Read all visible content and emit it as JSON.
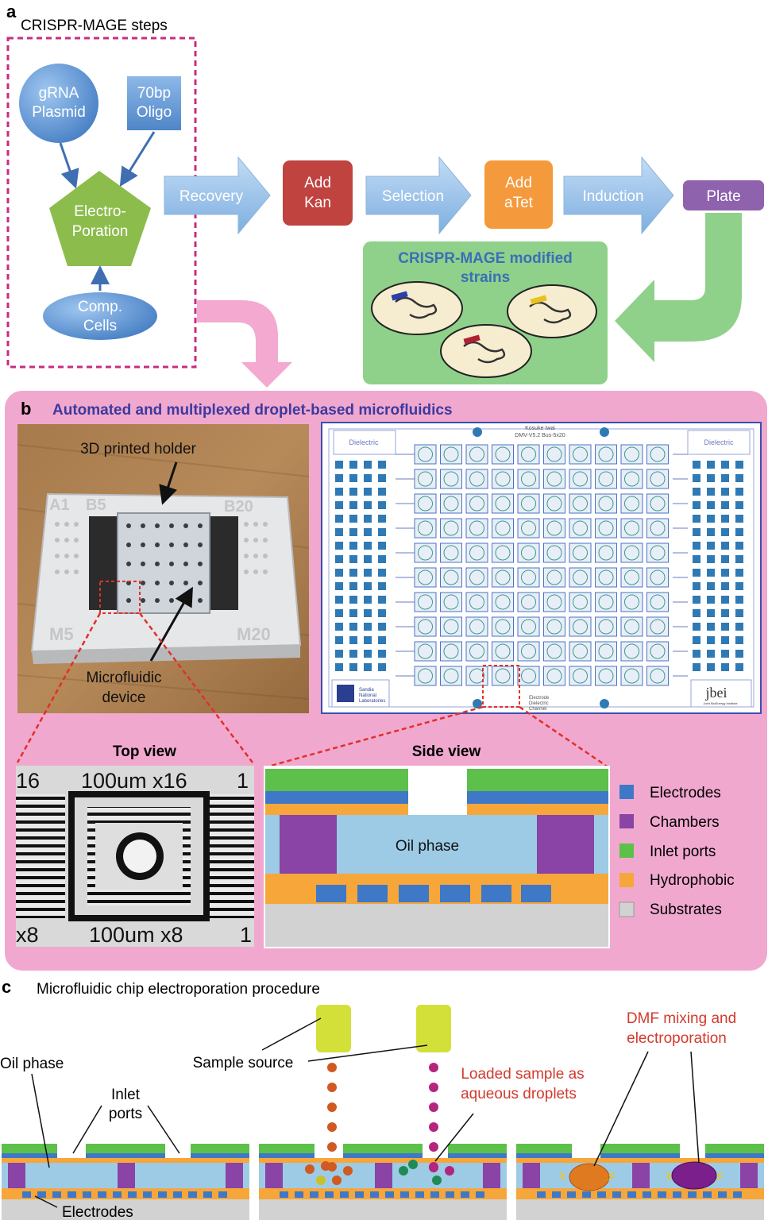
{
  "panel_a": {
    "letter": "a",
    "title": "CRISPR-MAGE steps",
    "nodes": {
      "grna_line1": "gRNA",
      "grna_line2": "Plasmid",
      "oligo_line1": "70bp",
      "oligo_line2": "Oligo",
      "electro_line1": "Electro-",
      "electro_line2": "Poration",
      "comp_line1": "Comp.",
      "comp_line2": "Cells",
      "recovery": "Recovery",
      "addkan_line1": "Add",
      "addkan_line2": "Kan",
      "selection": "Selection",
      "addatet_line1": "Add",
      "addatet_line2": "aTet",
      "induction": "Induction",
      "plate": "Plate"
    },
    "strains_line1": "CRISPR-MAGE modified",
    "strains_line2": "strains"
  },
  "panel_b": {
    "letter": "b",
    "title": "Automated and multiplexed droplet-based microfluidics",
    "photo_label_holder": "3D printed holder",
    "photo_label_device_1": "Microfluidic",
    "photo_label_device_2": "device",
    "holder_marks": [
      "A1",
      "B5",
      "B20",
      "M5",
      "M20"
    ],
    "chip_header_1": "Kosuke Iwai",
    "chip_header_2": "DMV-V5.2 Bus-5x20",
    "chip_dielectric_left": "Dielectric",
    "chip_dielectric_right": "Dielectric",
    "chip_legend_1": "Electrode",
    "chip_legend_2": "Dielectric",
    "chip_legend_3": "Channel",
    "chip_logo_sandia_1": "Sandia",
    "chip_logo_sandia_2": "National",
    "chip_logo_sandia_3": "Laboratories",
    "chip_logo_jbei": "jbei",
    "chip_logo_jbei_sub": "Joint BioEnergy Institute",
    "top_view_title": "Top view",
    "top_view_labels": [
      "16",
      "100um x16",
      "1",
      "x8",
      "100um x8",
      "1"
    ],
    "side_view_title": "Side view",
    "oil_phase": "Oil phase",
    "legend": [
      {
        "label": "Electrodes",
        "color": "#3f78c6"
      },
      {
        "label": "Chambers",
        "color": "#8a44a6"
      },
      {
        "label": "Inlet ports",
        "color": "#5cc04a"
      },
      {
        "label": "Hydrophobic",
        "color": "#f7a63a"
      },
      {
        "label": "Substrates",
        "color": "#d2d2d2"
      }
    ]
  },
  "panel_c": {
    "letter": "c",
    "title": "Microfluidic chip electroporation procedure",
    "oil_phase": "Oil phase",
    "inlet_1": "Inlet",
    "inlet_2": "ports",
    "electrodes": "Electrodes",
    "sample_source": "Sample source",
    "loaded_1": "Loaded sample as",
    "loaded_2": "aqueous droplets",
    "dmf_1": "DMF mixing and",
    "dmf_2": "electroporation"
  },
  "colors": {
    "pink_bg": "#f1a8cf",
    "blue_node": "#5f95d4",
    "green_node": "#8cbd4c",
    "kan_red": "#c0433f",
    "atet_orange": "#f59a3c",
    "plate_purple": "#8e62ad",
    "strain_green": "#8fd18a",
    "oil_blue": "#9dcbe6",
    "sample_yellow": "#d4e03a"
  }
}
